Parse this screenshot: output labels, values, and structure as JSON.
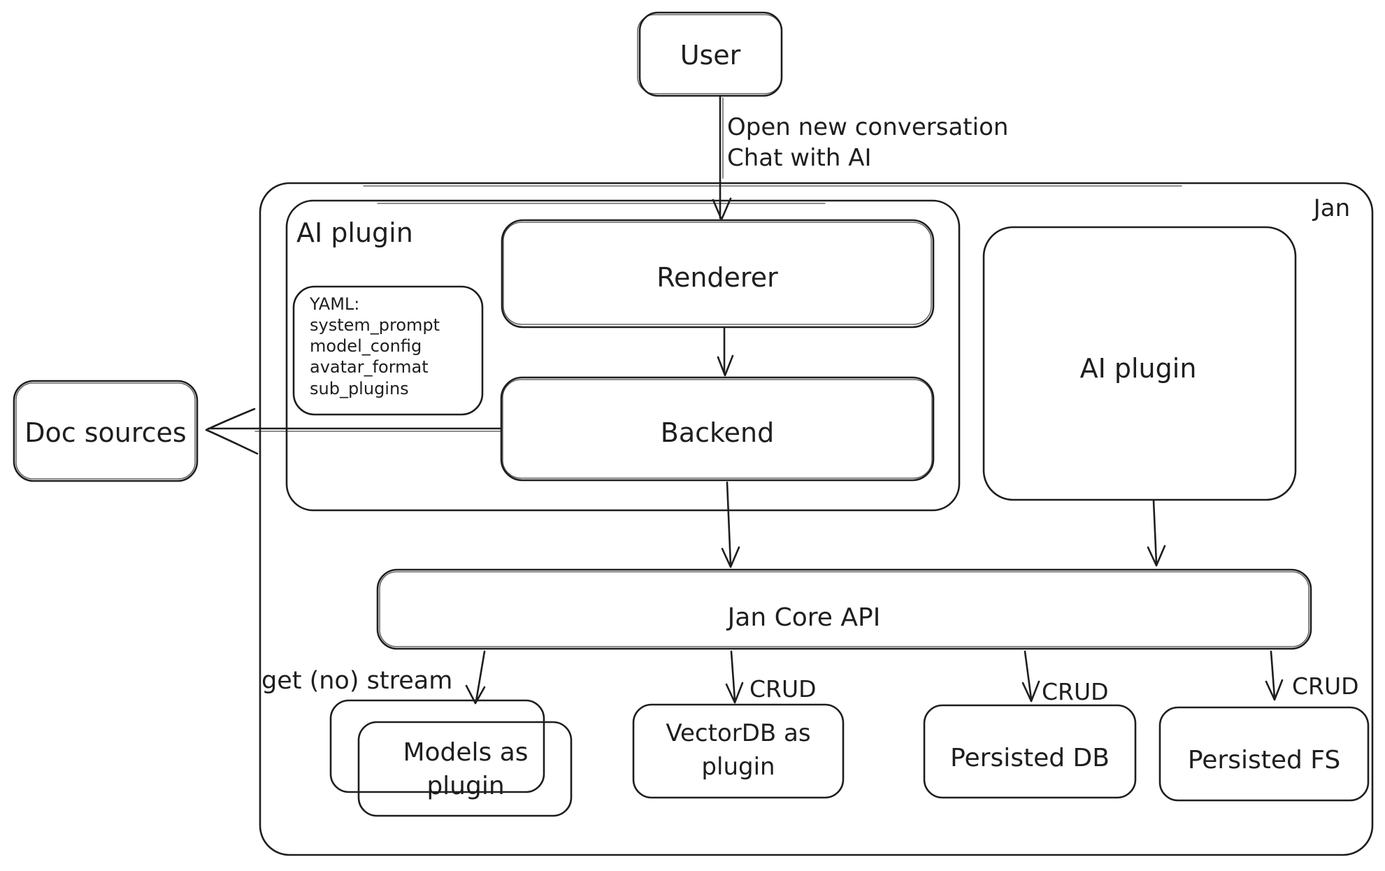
{
  "diagram": {
    "colors": {
      "stroke": "#1e1e1e",
      "background": "#ffffff"
    },
    "nodes": {
      "user": {
        "label": "User"
      },
      "jan_container": {
        "label": "Jan"
      },
      "ai_plugin_left": {
        "label": "AI plugin"
      },
      "renderer": {
        "label": "Renderer"
      },
      "backend": {
        "label": "Backend"
      },
      "yaml_note": {
        "title": "YAML:",
        "lines": [
          "system_prompt",
          "model_config",
          "avatar_format",
          "sub_plugins"
        ]
      },
      "ai_plugin_right": {
        "label": "AI plugin"
      },
      "doc_sources": {
        "label": "Doc sources"
      },
      "jan_core_api": {
        "label": "Jan Core API"
      },
      "models_as_plugin": {
        "label_line1": "Models as",
        "label_line2": "plugin"
      },
      "vectordb_as_plugin": {
        "label_line1": "VectorDB as",
        "label_line2": "plugin"
      },
      "persisted_db": {
        "label": "Persisted DB"
      },
      "persisted_fs": {
        "label": "Persisted FS"
      }
    },
    "edges": {
      "user_to_renderer": {
        "label_line1": "Open new conversation",
        "label_line2": "Chat with AI"
      },
      "api_to_models": {
        "label": "get (no) stream"
      },
      "api_to_vectordb": {
        "label": "CRUD"
      },
      "api_to_persisted_db": {
        "label": "CRUD"
      },
      "api_to_persisted_fs": {
        "label": "CRUD"
      }
    }
  }
}
